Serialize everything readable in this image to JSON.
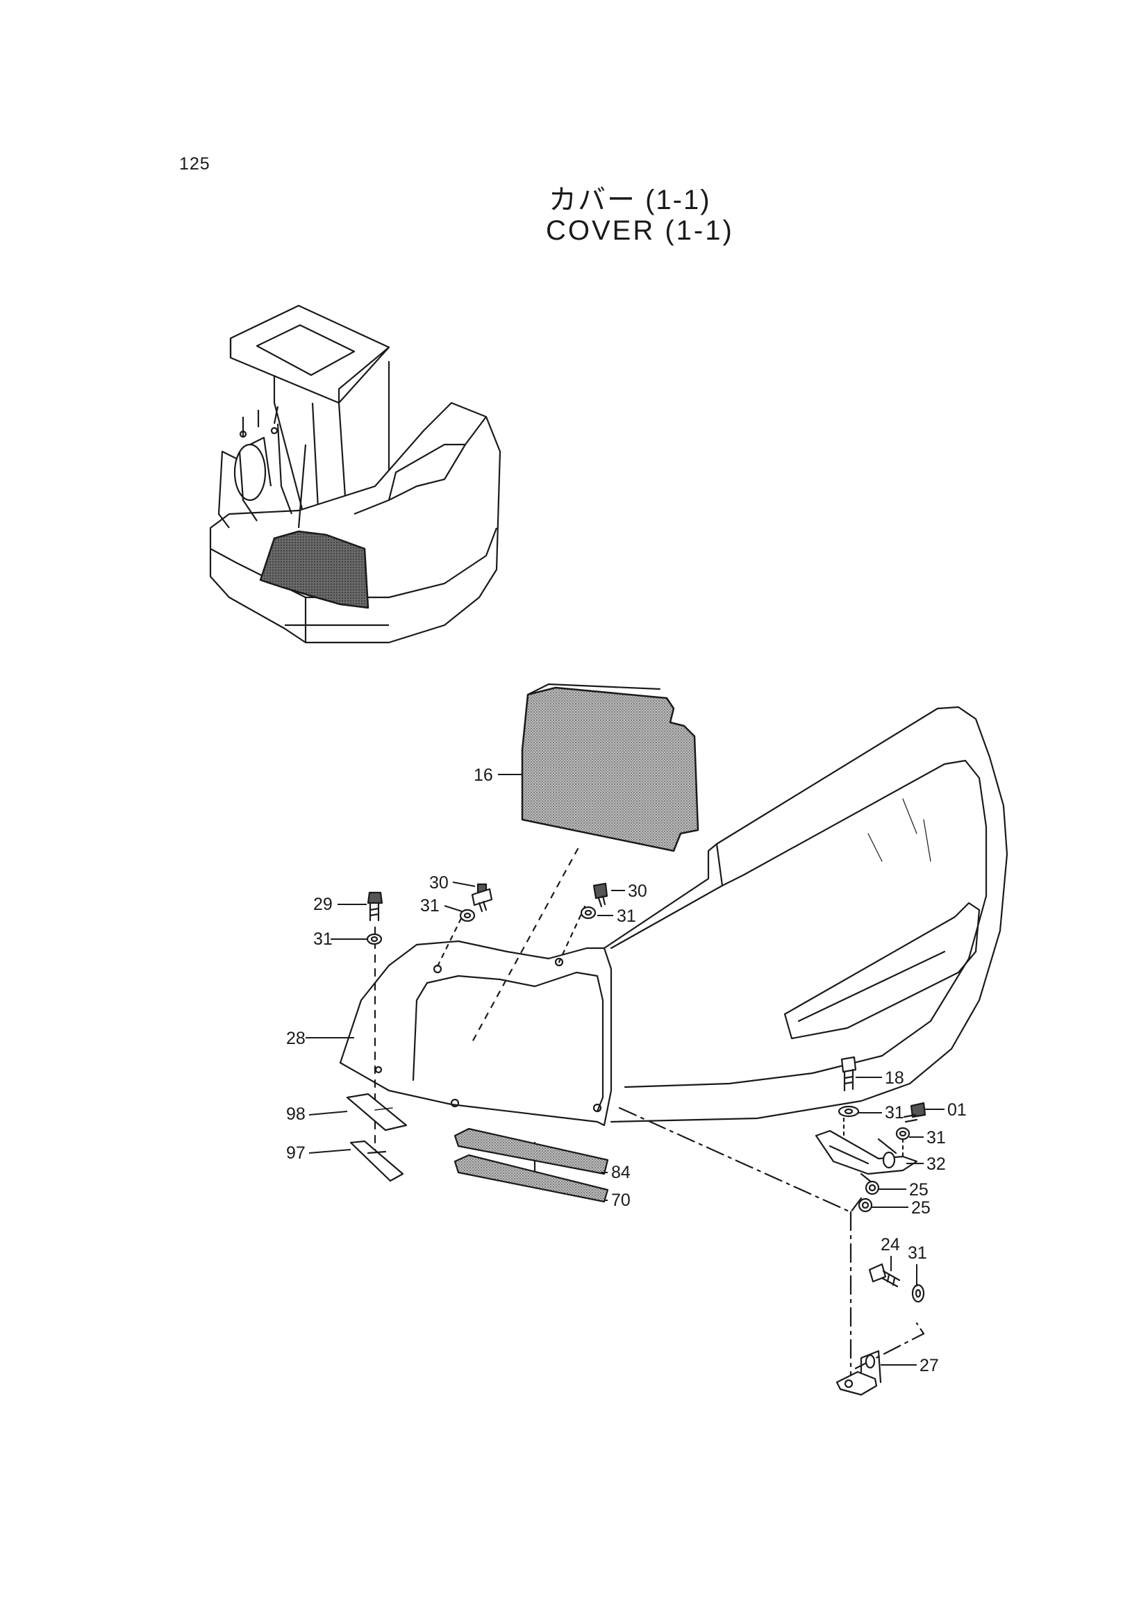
{
  "page_number": "125",
  "title_jp": "カバー (1-1)",
  "title_en": "COVER  (1-1)",
  "parts": {
    "p16": "16",
    "p30a": "30",
    "p31a": "31",
    "p30b": "30",
    "p31b": "31",
    "p29": "29",
    "p31c": "31",
    "p28": "28",
    "p98": "98",
    "p97": "97",
    "p84": "84",
    "p70": "70",
    "p18": "18",
    "p31d": "31",
    "p01": "01",
    "p31e": "31",
    "p32": "32",
    "p25a": "25",
    "p25b": "25",
    "p24": "24",
    "p31f": "31",
    "p27": "27"
  }
}
